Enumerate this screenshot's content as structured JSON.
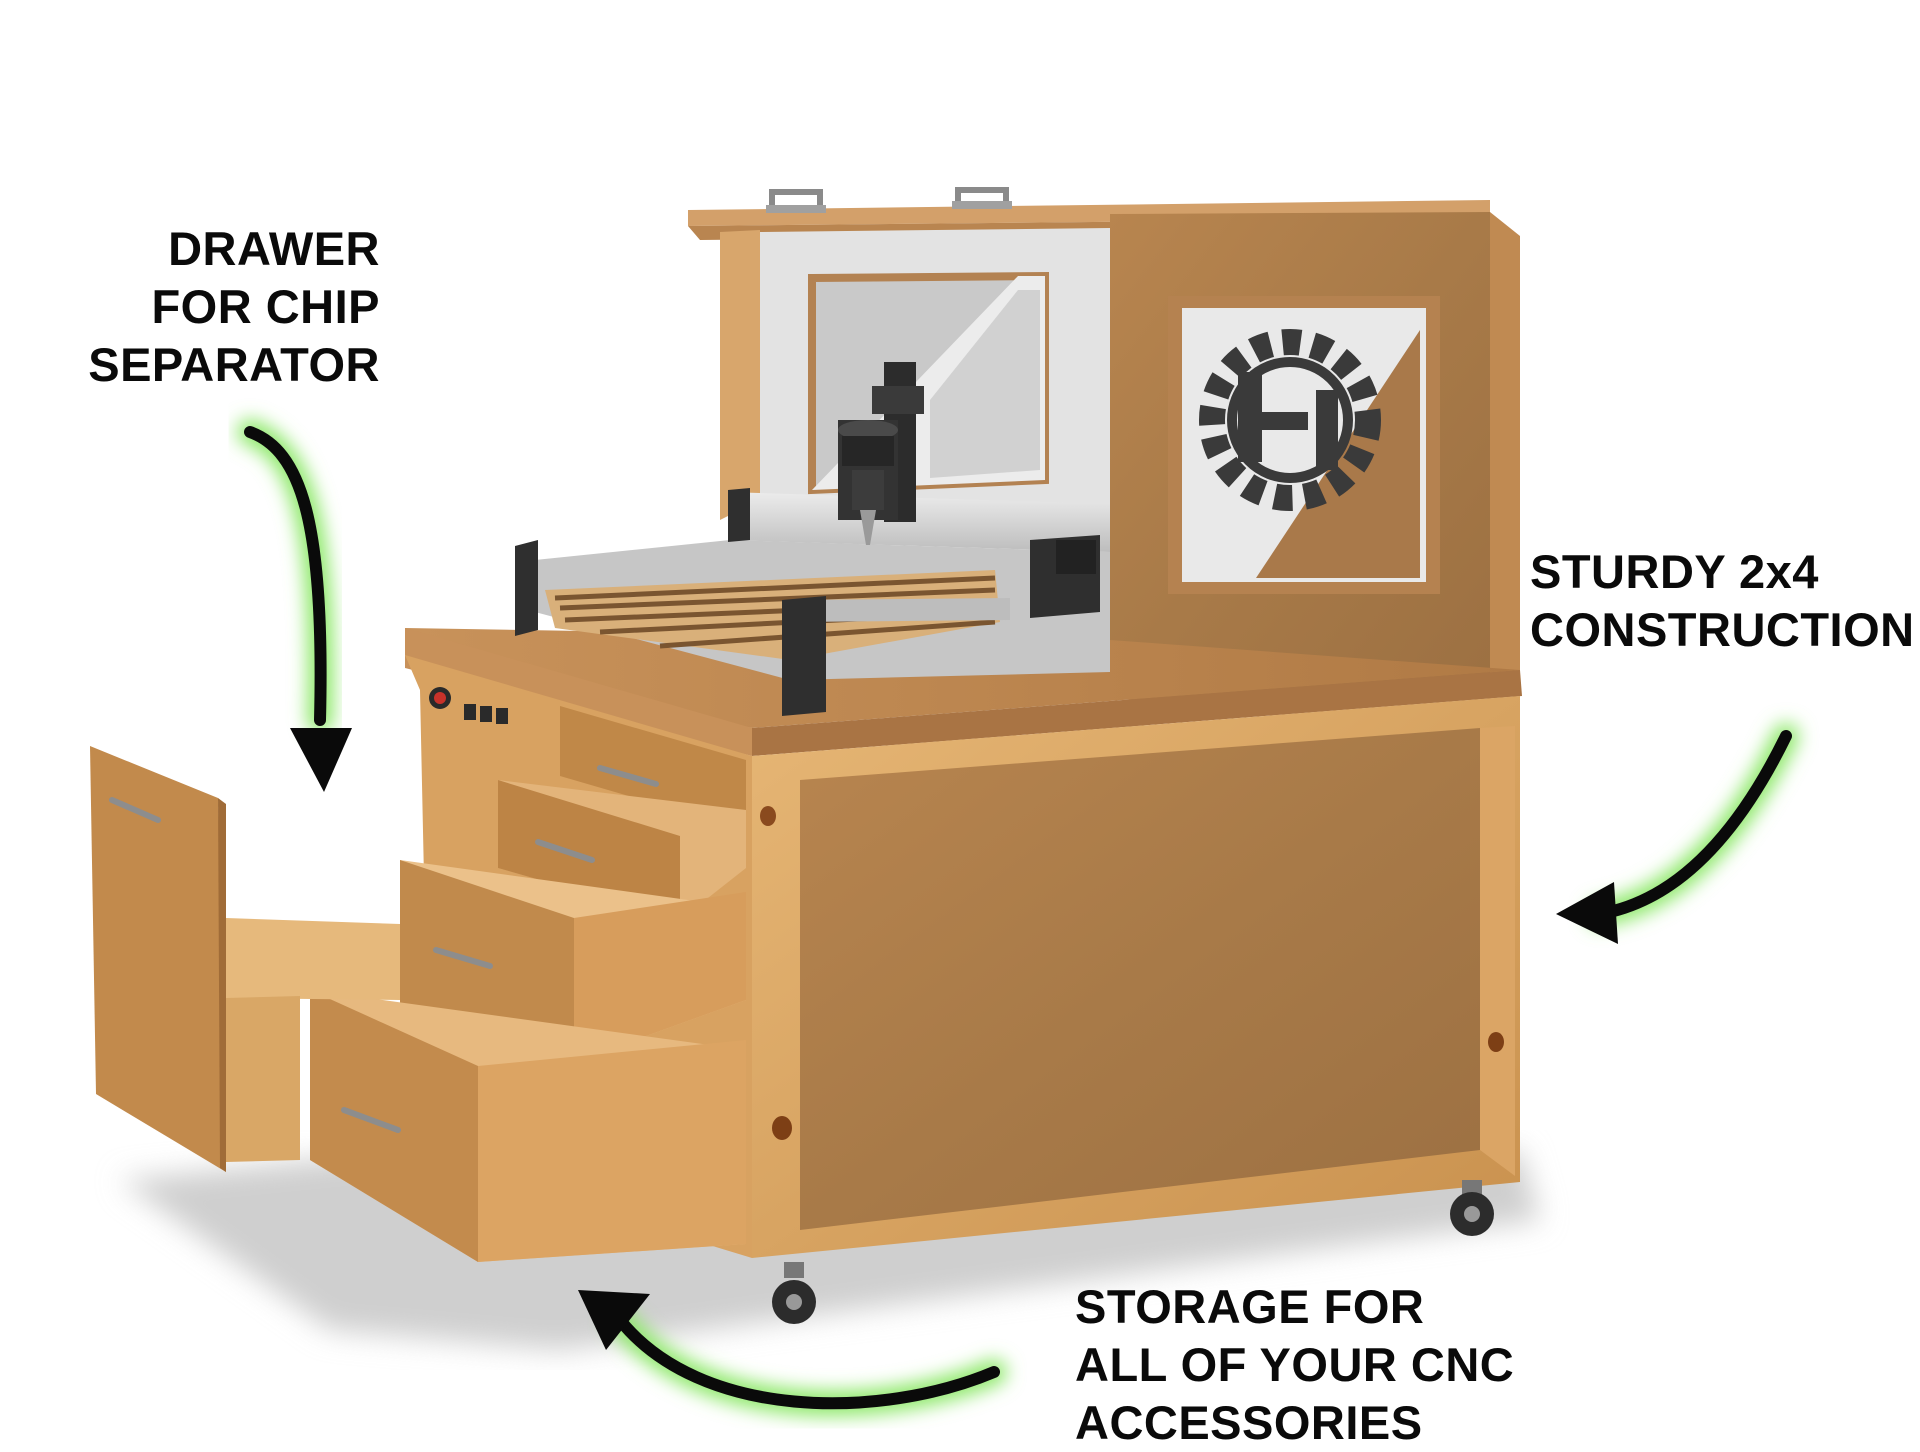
{
  "callouts": {
    "drawer": [
      "DRAWER",
      "FOR CHIP",
      "SEPARATOR"
    ],
    "construction": [
      "STURDY 2x4",
      "CONSTRUCTION"
    ],
    "storage": [
      "STORAGE FOR",
      "ALL OF YOUR CNC",
      "ACCESSORIES"
    ]
  },
  "colors": {
    "arrow": "#0a0a0a",
    "arrow_glow": "#8ee86a",
    "plywood_light": "#d9a866",
    "plywood_mid": "#c48c4a",
    "panel_dark": "#a87a48",
    "steel": "#d4d4d4",
    "machine_black": "#2a2a2a"
  },
  "icons": [
    "workshop-logo-icon",
    "power-switch-icon",
    "drawer-handle-icon",
    "caster-wheel-icon",
    "curved-arrow-icon"
  ]
}
